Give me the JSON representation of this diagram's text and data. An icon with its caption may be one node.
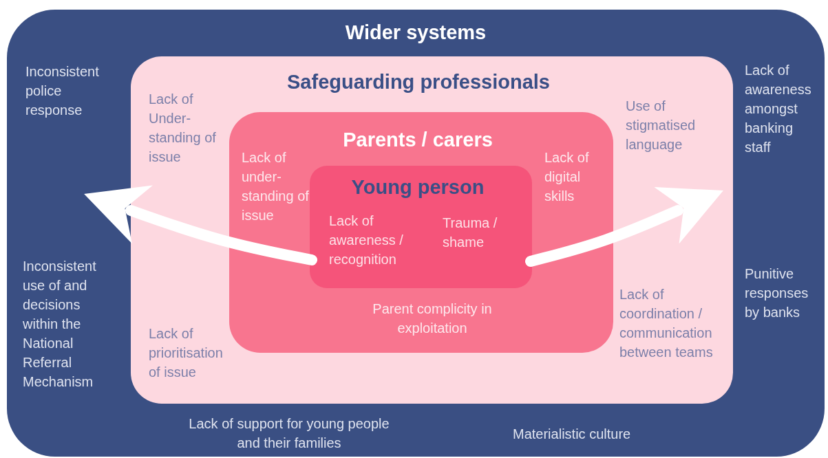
{
  "diagram": {
    "nodes": [
      {
        "text": [
          "Wider systems",
          "Inconsistent police response",
          "Inconsistent use of and decisions within the National Referral Mechanism",
          "Lack of support for young people and their families",
          "Materialistic culture",
          "Lack of awareness amongst banking staff",
          "Punitive responses by banks"
        ]
      },
      {
        "text": [
          "Safeguarding professionals",
          "Lack of Under-standing of issue",
          "Lack of prioritisation of issue",
          "Use of stigmatised language",
          "Lack of coordination / communication between teams"
        ],
        "in": 0
      },
      {
        "text": [
          "Parents / carers",
          "Lack of under-standing of issue",
          "Lack of digital skills",
          "Parent complicity in exploitation"
        ],
        "in": 1
      },
      {
        "text": [
          "Young person",
          "Lack of awareness / recognition",
          "Trauma / shame"
        ],
        "in": 2
      }
    ],
    "edges": [
      {
        "from": 3,
        "to": null,
        "arrow": "to"
      },
      {
        "from": 3,
        "to": null,
        "arrow": "to"
      }
    ]
  }
}
